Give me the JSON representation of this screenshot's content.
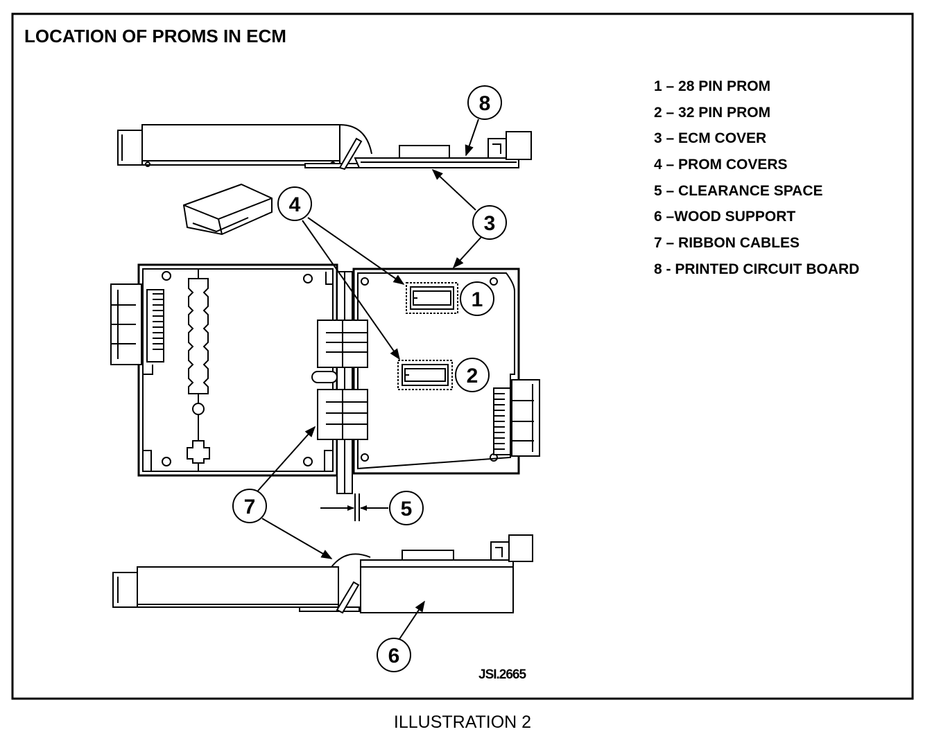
{
  "title": "LOCATION OF PROMS IN ECM",
  "legend": [
    {
      "number": "1",
      "text": "1 – 28 PIN PROM"
    },
    {
      "number": "2",
      "text": "2 – 32 PIN PROM"
    },
    {
      "number": "3",
      "text": "3 – ECM COVER"
    },
    {
      "number": "4",
      "text": "4 – PROM COVERS"
    },
    {
      "number": "5",
      "text": "5 – CLEARANCE SPACE"
    },
    {
      "number": "6",
      "text": "6 –WOOD SUPPORT"
    },
    {
      "number": "7",
      "text": "7 – RIBBON CABLES"
    },
    {
      "number": "8",
      "text": "8 - PRINTED CIRCUIT BOARD"
    }
  ],
  "callouts": {
    "c1": "1",
    "c2": "2",
    "c3": "3",
    "c4": "4",
    "c5": "5",
    "c6": "6",
    "c7": "7",
    "c8": "8"
  },
  "drawing_code": "JSI.2665",
  "caption": "ILLUSTRATION 2"
}
